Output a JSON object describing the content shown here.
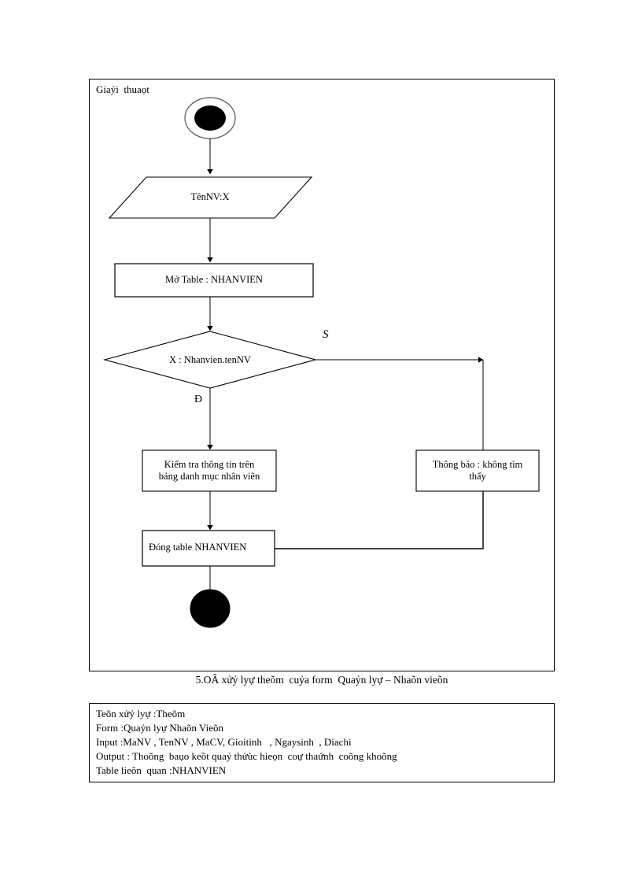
{
  "diagram": {
    "title": "Giaỷi  thuaọt",
    "type": "flowchart",
    "nodes": [
      {
        "id": "start",
        "shape": "start-terminator",
        "label": ""
      },
      {
        "id": "input",
        "shape": "parallelogram",
        "label": "TênNV:X"
      },
      {
        "id": "open",
        "shape": "rectangle",
        "label": "Mở Table : NHANVIEN"
      },
      {
        "id": "decision",
        "shape": "diamond",
        "label": "X : Nhanvien.tenNV"
      },
      {
        "id": "check",
        "shape": "rectangle",
        "label": "Kiểm tra thông tin trên\nbảng danh mục nhân viên"
      },
      {
        "id": "notify",
        "shape": "rectangle",
        "label": "Thông báo : không tìm\nthấy"
      },
      {
        "id": "close",
        "shape": "rectangle",
        "label": "Đóng table NHANVIEN"
      },
      {
        "id": "end",
        "shape": "end-terminator",
        "label": ""
      }
    ],
    "branch_labels": {
      "false_branch": "S",
      "true_branch": "Đ"
    }
  },
  "caption": "5.OÂ xửỷ lyự theõm  cuỷa form  Quaỷn lyự – Nhaõn vieõn",
  "spec_table": {
    "rows": [
      "Teõn xửỷ lyự :Theõm",
      "Form :Quaỷn lyự Nhaõn Vieõn",
      "Input :MaNV , TenNV , MaCV, Gioitinh   , Ngaysinh  , Diachi",
      "Output : Thoõng  baụo keồt quaỷ thửùc hieọn  coự thaứnh  coõng khoõng",
      "Table lieõn  quan :NHANVIEN"
    ]
  },
  "colors": {
    "ink": "#000000",
    "paper": "#ffffff"
  }
}
